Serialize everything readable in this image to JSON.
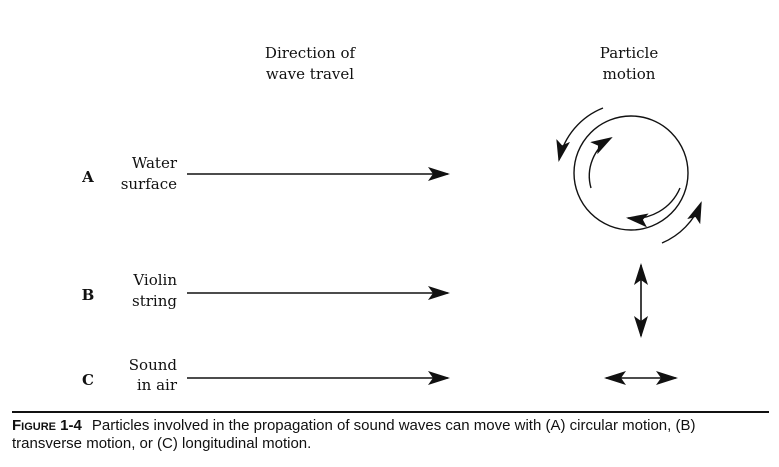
{
  "headers": {
    "direction": [
      "Direction of",
      "wave travel"
    ],
    "particle": [
      "Particle",
      "motion"
    ]
  },
  "rows": [
    {
      "letter": "A",
      "label": [
        "Water",
        "surface"
      ],
      "motion": "circular"
    },
    {
      "letter": "B",
      "label": [
        "Violin",
        "string"
      ],
      "motion": "transverse"
    },
    {
      "letter": "C",
      "label": [
        "Sound",
        "in air"
      ],
      "motion": "longitudinal"
    }
  ],
  "caption": {
    "figure_label": "Figure 1-4",
    "text": "Particles involved in the propagation of sound waves can move with (A) circular motion, (B) transverse motion, or (C) longitudinal motion."
  }
}
